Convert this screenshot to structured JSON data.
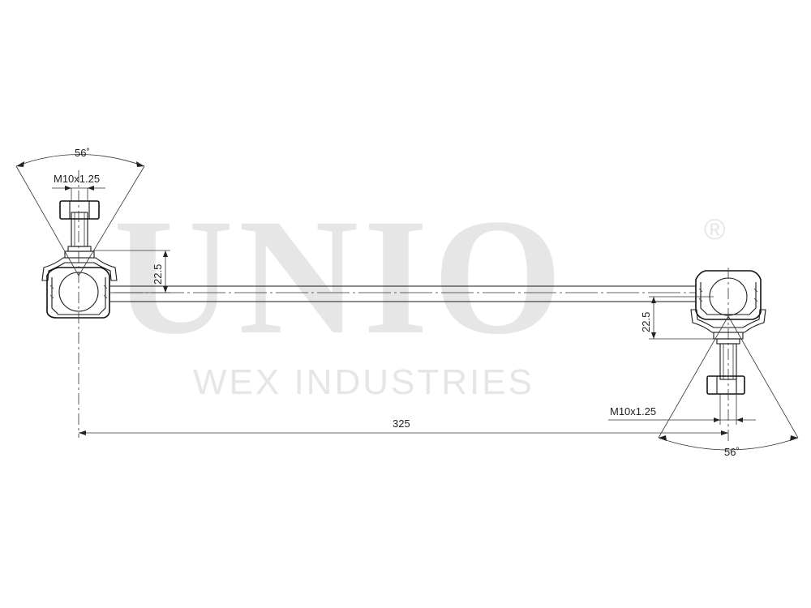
{
  "watermark": {
    "brand": "UNIO",
    "registered": "®",
    "company": "WEX INDUSTRIES"
  },
  "dimensions": {
    "left_angle": "56˚",
    "left_thread": "M10x1.25",
    "left_height": "22.5",
    "length": "325",
    "right_height": "22.5",
    "right_thread": "M10x1.25",
    "right_angle": "56˚"
  },
  "colors": {
    "line": "#1a1a1a",
    "watermark": "#e6e6e6"
  }
}
